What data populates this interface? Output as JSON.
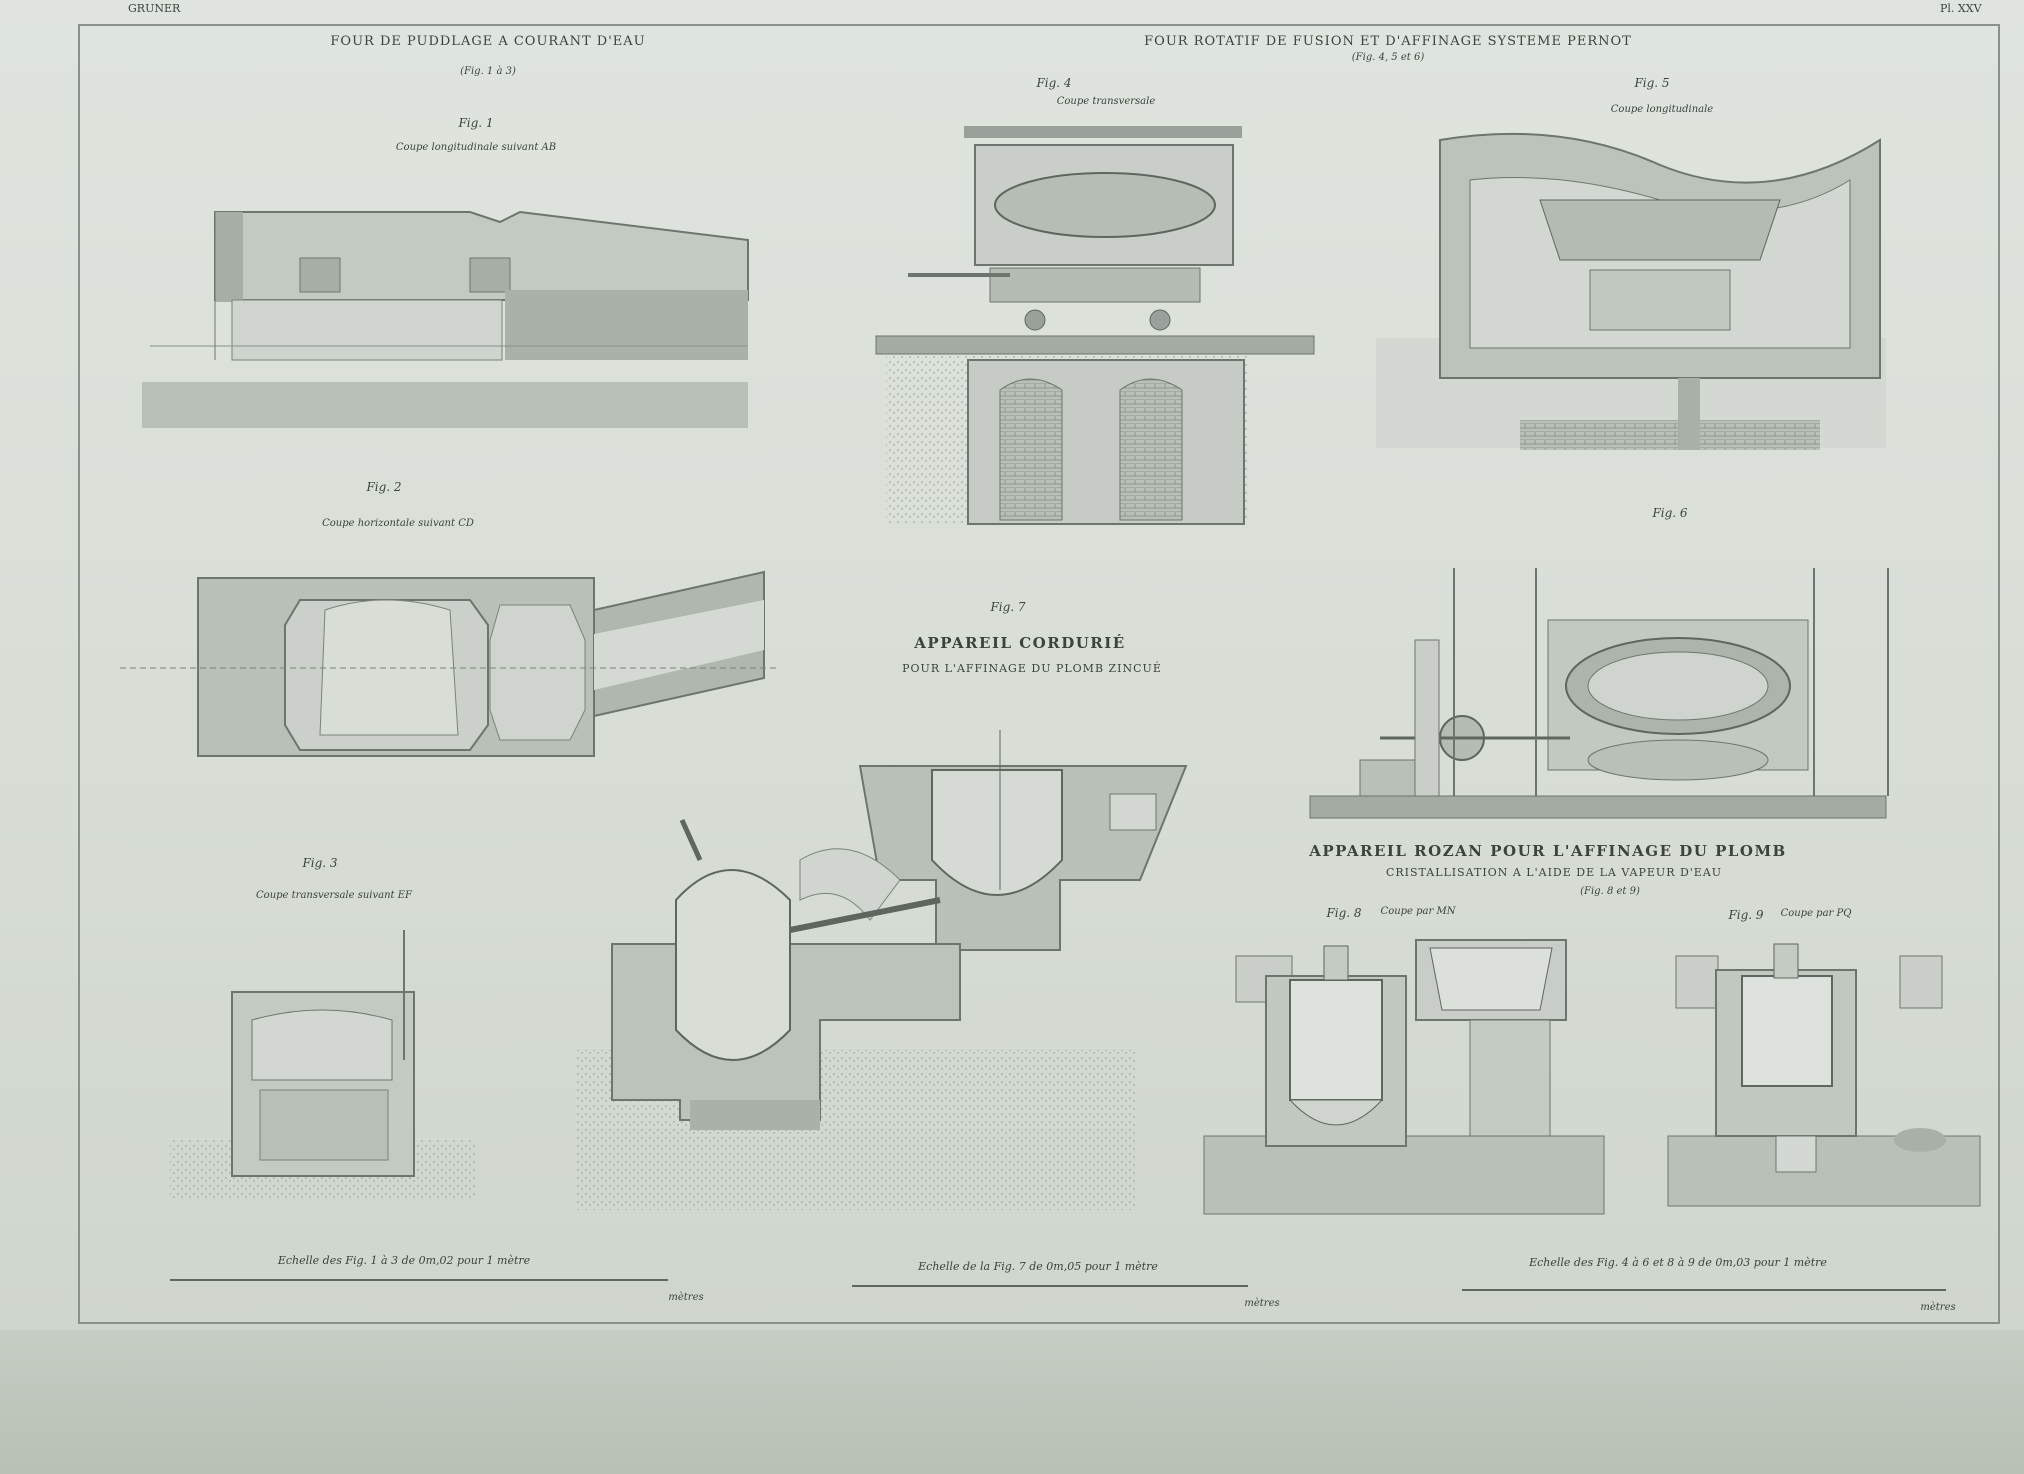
{
  "header": {
    "left_corner": "GRUNER",
    "right_corner": "Pl. XXV"
  },
  "sections": {
    "puddling_title": "FOUR DE PUDDLAGE A COURANT D'EAU",
    "puddling_figs": "(Fig. 1 à 3)",
    "rotary_title": "FOUR ROTATIF DE FUSION ET D'AFFINAGE SYSTEME PERNOT",
    "rotary_figs": "(Fig. 4, 5 et 6)",
    "cordurie_title": "APPAREIL CORDURIÉ",
    "cordurie_sub": "POUR L'AFFINAGE DU PLOMB ZINCUÉ",
    "rozan_title": "APPAREIL ROZAN POUR L'AFFINAGE DU PLOMB",
    "rozan_sub": "CRISTALLISATION A L'AIDE DE LA VAPEUR D'EAU",
    "rozan_figs": "(Fig. 8 et 9)"
  },
  "figures": {
    "fig1_label": "Fig. 1",
    "fig1_caption": "Coupe longitudinale suivant AB",
    "fig2_label": "Fig. 2",
    "fig2_caption": "Coupe horizontale suivant CD",
    "fig3_label": "Fig. 3",
    "fig3_caption": "Coupe transversale suivant EF",
    "fig4_label": "Fig. 4",
    "fig4_caption": "Coupe transversale",
    "fig5_label": "Fig. 5",
    "fig5_caption": "Coupe longitudinale",
    "fig6_label": "Fig. 6",
    "fig7_label": "Fig. 7",
    "fig8_label": "Fig. 8",
    "fig8_caption": "Coupe par MN",
    "fig9_label": "Fig. 9",
    "fig9_caption": "Coupe par PQ"
  },
  "scales": {
    "scale1": "Echelle des Fig. 1 à 3 de 0m,02 pour 1 mètre",
    "scale2": "Echelle de la Fig. 7 de 0m,05 pour 1 mètre",
    "scale3": "Echelle des Fig. 4 à 6 et 8 à 9 de 0m,03 pour 1 mètre",
    "unit": "mètres"
  }
}
